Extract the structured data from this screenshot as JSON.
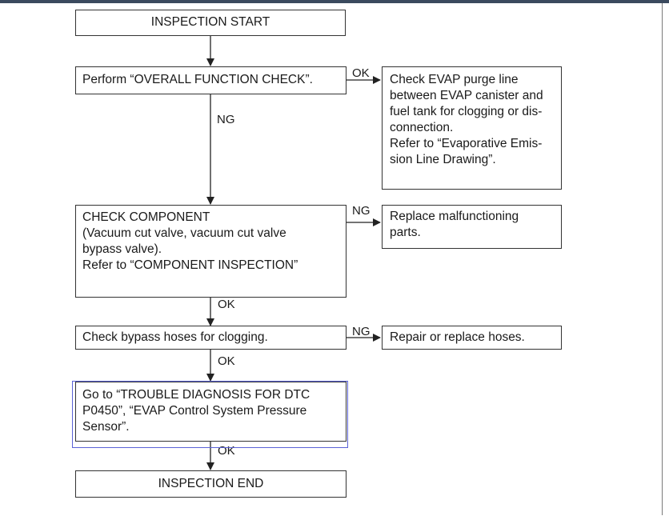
{
  "nodes": {
    "start": "INSPECTION START",
    "overall_check": "Perform “OVERALL FUNCTION CHECK”.",
    "check_purge_line": "Check EVAP purge line\nbetween EVAP canister and\nfuel tank for clogging or dis-\nconnection.\nRefer to “Evaporative Emis-\nsion Line Drawing”.",
    "check_component": "CHECK COMPONENT\n(Vacuum cut valve, vacuum cut valve\nbypass valve).\nRefer to “COMPONENT INSPECTION”",
    "replace_parts": "Replace malfunctioning\nparts.",
    "check_bypass_hoses": "Check bypass hoses for clogging.",
    "repair_hoses": "Repair or replace hoses.",
    "go_to_dtc": "Go to “TROUBLE DIAGNOSIS FOR DTC\nP0450”, “EVAP Control System Pressure\nSensor”.",
    "end": "INSPECTION END"
  },
  "edge_labels": {
    "overall_ok": "OK",
    "overall_ng": "NG",
    "component_ng": "NG",
    "component_ok": "OK",
    "hoses_ng": "NG",
    "hoses_ok": "OK",
    "dtc_ok": "OK"
  }
}
